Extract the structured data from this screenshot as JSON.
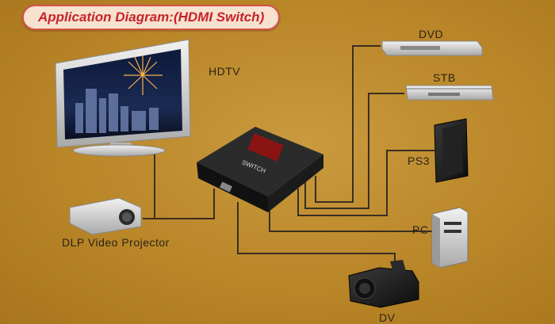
{
  "title": "Application Diagram:(HDMI Switch)",
  "devices": {
    "hdtv": "HDTV",
    "dvd": "DVD",
    "stb": "STB",
    "ps3": "PS3",
    "pc": "PC",
    "projector": "DLP Video Projector",
    "dv": "DV"
  },
  "switch_label": "SWITCH",
  "colors": {
    "background": "#b98628",
    "title_text": "#c8222a",
    "title_border": "#d8534a",
    "cable": "#3a2e22"
  }
}
